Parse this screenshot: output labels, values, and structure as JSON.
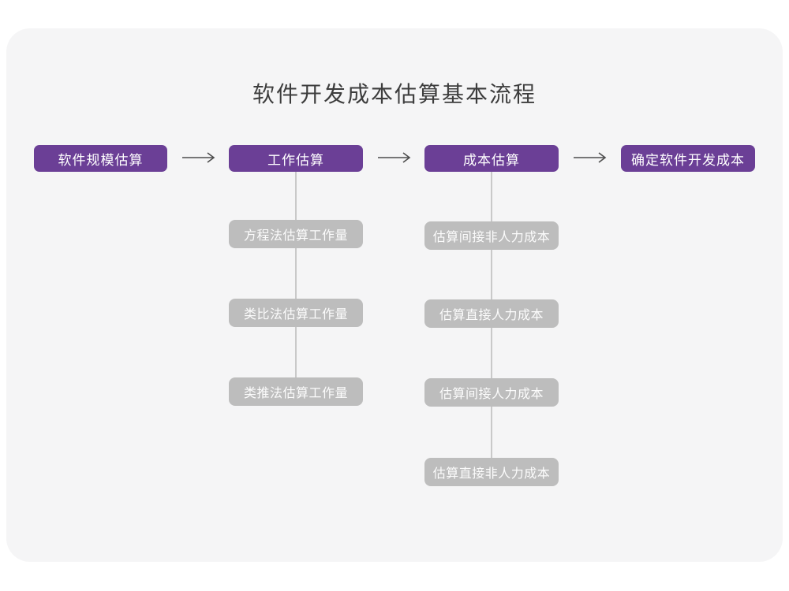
{
  "page": {
    "title": "软件开发成本估算基本流程"
  },
  "colors": {
    "canvas": "#ffffff",
    "card_background": "#f5f5f6",
    "primary_purple": "#6b3f96",
    "gray_box": "#bdbdbd",
    "connector_line": "#c9c9c9",
    "arrow": "#4d4d4d",
    "title_text": "#3d3d3d"
  },
  "flow": {
    "main_steps": [
      {
        "label": "软件规模估算"
      },
      {
        "label": "工作估算"
      },
      {
        "label": "成本估算"
      },
      {
        "label": "确定软件开发成本"
      }
    ],
    "work_estimation_substeps": [
      {
        "label": "方程法估算工作量"
      },
      {
        "label": "类比法估算工作量"
      },
      {
        "label": "类推法估算工作量"
      }
    ],
    "cost_estimation_substeps": [
      {
        "label": "估算间接非人力成本"
      },
      {
        "label": "估算直接人力成本"
      },
      {
        "label": "估算间接人力成本"
      },
      {
        "label": "估算直接非人力成本"
      }
    ]
  }
}
